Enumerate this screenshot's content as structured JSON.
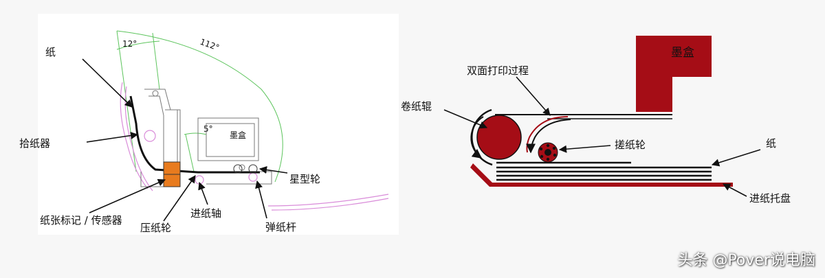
{
  "left_diagram": {
    "angle_small": "12°",
    "angle_large": "112°",
    "angle_inner": "5°",
    "ink_box": "墨盒",
    "labels": {
      "paper": "纸",
      "pickup": "拾纸器",
      "sensor": "纸张标记 / 传感器",
      "pressure_wheel": "压纸轮",
      "feed_shaft": "进纸轴",
      "star_wheel": "星型轮",
      "spring_lever": "弹纸杆"
    }
  },
  "right_diagram": {
    "ink_box": "墨盒",
    "labels": {
      "duplex": "双面打印过程",
      "roller": "卷纸辊",
      "pick_wheel": "搓纸轮",
      "paper": "纸",
      "tray": "进纸托盘"
    }
  },
  "colors": {
    "dark_red": "#a50d16",
    "orange": "#e87b1e",
    "green": "#5cc45c",
    "pink": "#d98bd9"
  },
  "watermark": "头条 @Pover说电脑"
}
